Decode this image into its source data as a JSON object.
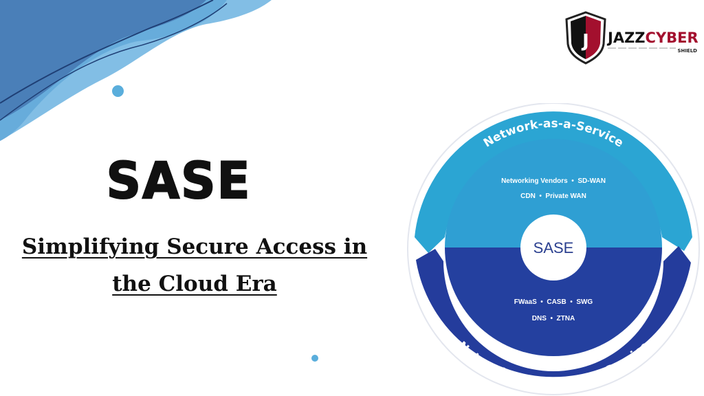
{
  "title": "SASE",
  "subtitle_lines": [
    "Simplifying Secure Access in",
    "the Cloud Era"
  ],
  "logo": {
    "brand_dark": "JAZZ",
    "brand_accent": "CYBER",
    "tagline": "SHIELD",
    "accent_color": "#a3102e"
  },
  "diagram": {
    "top_arc": "Network-as-a-Service",
    "bottom_arc": "Network-Security-as-a-Service",
    "center": "SASE",
    "top_lines": [
      "Networking Vendors  •  SD-WAN",
      "CDN  •  Private WAN"
    ],
    "bottom_lines": [
      "FWaaS  •  CASB  •  SWG",
      "DNS  •  ZTNA"
    ],
    "colors": {
      "light": "#2ba5d3",
      "dark": "#243c9c",
      "center_text": "#2a3f8f"
    }
  }
}
